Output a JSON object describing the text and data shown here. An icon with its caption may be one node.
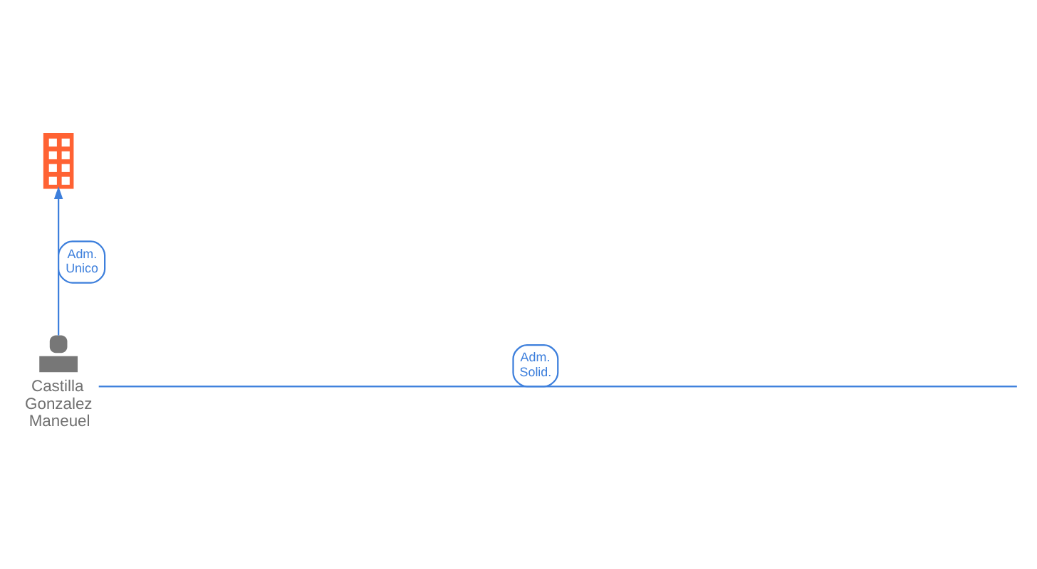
{
  "diagram": {
    "nodes": [
      {
        "text": [],
        "shape": "picture"
      },
      {
        "text": [
          "Castilla Gonzalez Maneuel"
        ]
      }
    ],
    "edges": [
      {
        "from": 1,
        "to": 0,
        "arrow": "to",
        "label": "Adm. Unico"
      },
      {
        "from": 1,
        "to": null,
        "arrow": "none",
        "label": "Adm. Solid."
      }
    ]
  }
}
